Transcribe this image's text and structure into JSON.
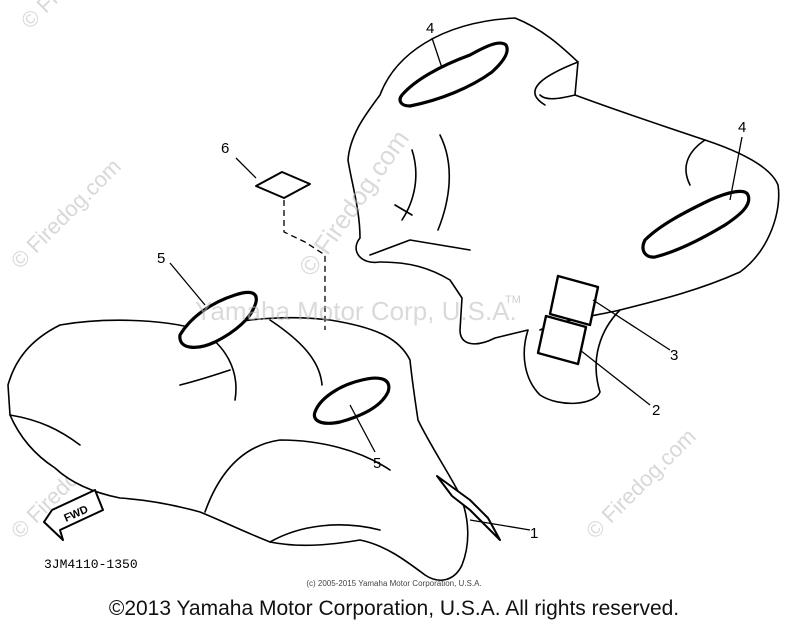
{
  "diagram": {
    "ref_code": "3JM4110-1350",
    "fwd_label": "FWD",
    "callouts": [
      "1",
      "2",
      "3",
      "4",
      "4",
      "5",
      "5",
      "6"
    ]
  },
  "watermarks": {
    "site": "© Firedog.com",
    "center_main": "Yamaha Motor Corp, U.S.A.",
    "tm": "TM",
    "center_site": "© Firedog.com"
  },
  "fine_print": "(c) 2005-2015 Yamaha Motor Corporation, U.S.A.",
  "footer": "©2013 Yamaha Motor Corporation, U.S.A. All rights reserved.",
  "colors": {
    "line": "#000000",
    "watermark": "#c8c8c8",
    "background": "#ffffff"
  }
}
